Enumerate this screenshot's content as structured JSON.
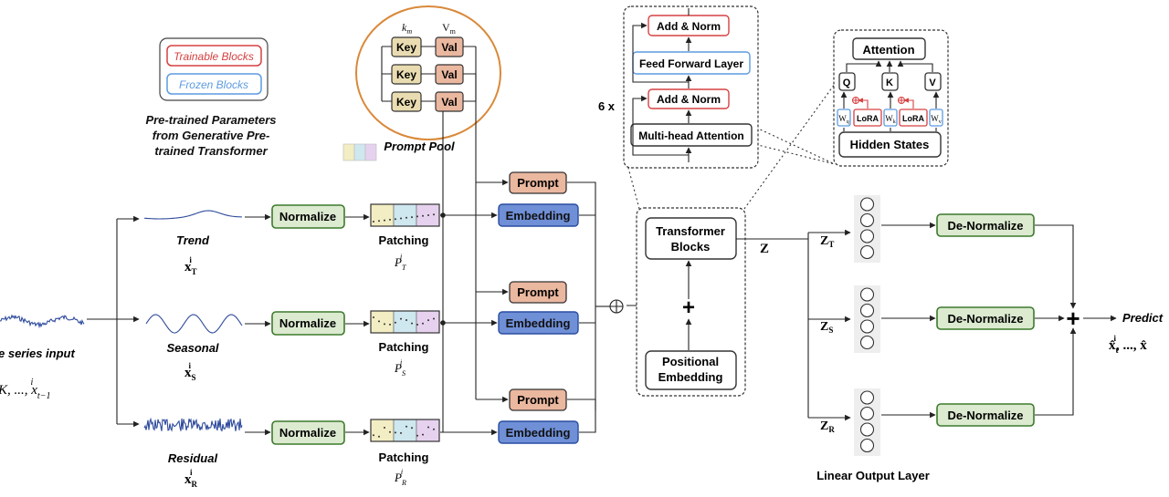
{
  "legend": {
    "trainable": "Trainable Blocks",
    "frozen": "Frozen Blocks",
    "caption_lines": [
      "Pre-trained Parameters",
      "from Generative Pre-",
      "trained Transformer"
    ]
  },
  "prompt_pool": {
    "label": "Prompt Pool",
    "key_header": "k",
    "key_header_sub": "m",
    "val_header": "V",
    "val_header_sub": "m",
    "key": "Key",
    "val": "Val"
  },
  "input": {
    "label": "e series input",
    "formula": "K, ..., x",
    "formula_sub": "t−1",
    "formula_sup": "i"
  },
  "components": [
    {
      "name": "Trend",
      "var": "x",
      "sub": "T",
      "sup": "i",
      "patch_sub": "T"
    },
    {
      "name": "Seasonal",
      "var": "x",
      "sub": "S",
      "sup": "i",
      "patch_sub": "S"
    },
    {
      "name": "Residual",
      "var": "x",
      "sub": "R",
      "sup": "i",
      "patch_sub": "R"
    }
  ],
  "normalize": "Normalize",
  "patching": "Patching",
  "patch_symbol": "P",
  "patch_sup": "i",
  "prompt": "Prompt",
  "embedding": "Embedding",
  "transformer": {
    "title_line1": "Transformer",
    "title_line2": "Blocks",
    "pos_line1": "Positional",
    "pos_line2": "Embedding",
    "plus": "+",
    "oplus": "⊕"
  },
  "stack": {
    "repeat": "6 x",
    "add_norm": "Add & Norm",
    "ffn": "Feed Forward Layer",
    "mha": "Multi-head Attention"
  },
  "attention": {
    "title": "Attention",
    "q": "Q",
    "k": "K",
    "v": "V",
    "lora": "LoRA",
    "wq": "W",
    "wq_sub": "q",
    "wk": "W",
    "wk_sub": "k",
    "wv": "W",
    "wv_sub": "v",
    "hidden": "Hidden States"
  },
  "z": {
    "main": "Z",
    "t": "Z",
    "t_sub": "T",
    "s": "Z",
    "s_sub": "S",
    "r": "Z",
    "r_sub": "R"
  },
  "output": {
    "denorm": "De-Normalize",
    "layer_label": "Linear Output Layer",
    "plus": "+",
    "predict": "Predict",
    "pred_formula": "x̂",
    "pred_formula_rest": ", ..., x̂",
    "pred_sub": "t",
    "pred_sup": "i"
  },
  "colors": {
    "green_fill": "#dcead0",
    "green_stroke": "#3c7a2c",
    "blue_fill": "#6f8fd6",
    "blue_stroke": "#2b4da0",
    "salmon_fill": "#eab79f",
    "salmon_stroke": "#b0603c",
    "key_fill": "#eadcb1",
    "orange": "#d9893a",
    "red": "#d64040",
    "frozen_blue": "#5c9be0"
  }
}
